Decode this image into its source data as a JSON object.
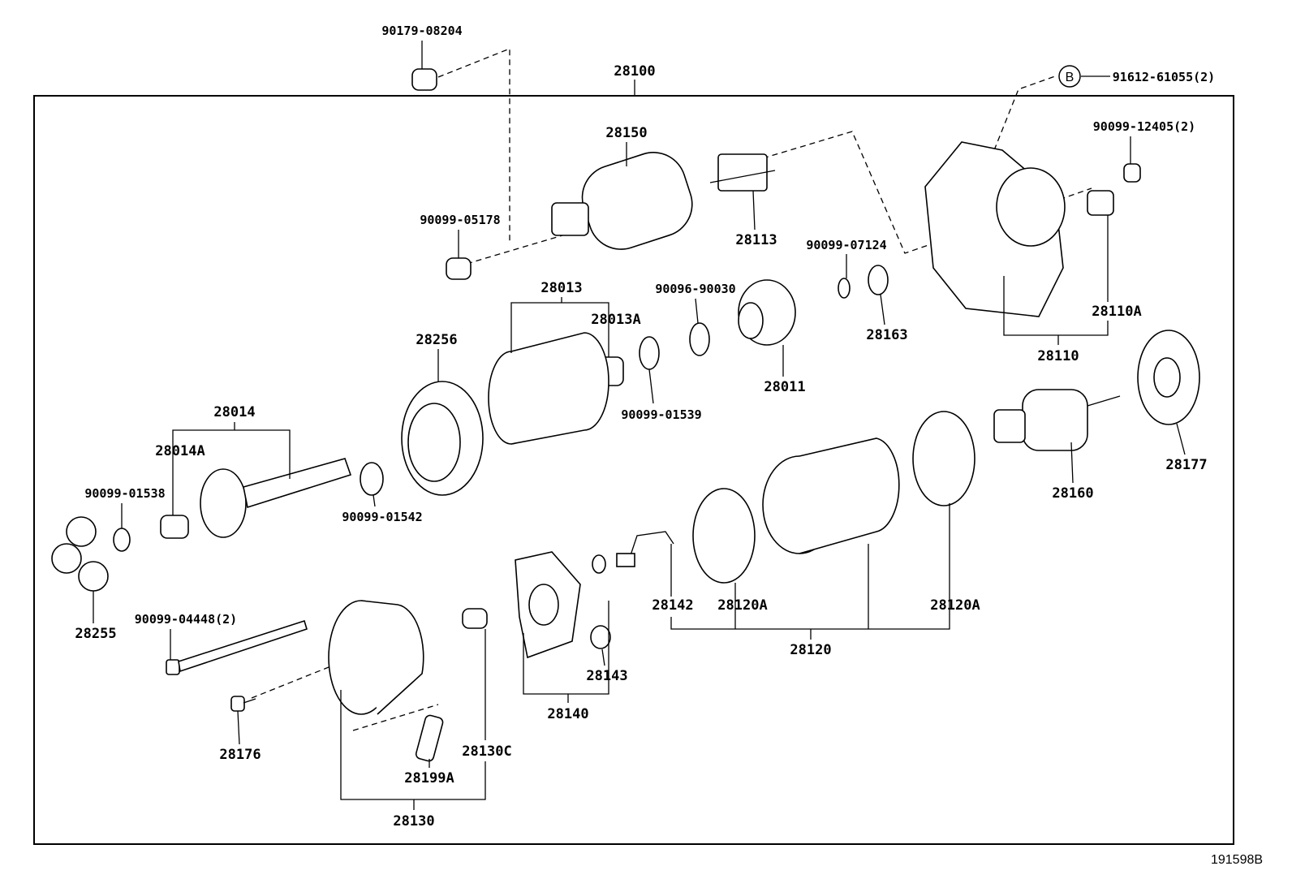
{
  "diagram": {
    "title_assembly": "28100",
    "ref_code": "191598B",
    "callout_letter": "B",
    "labels": [
      "90179-08204",
      "28100",
      "91612-61055(2)",
      "28150",
      "90099-12405(2)",
      "90099-05178",
      "28113",
      "90099-07124",
      "28013",
      "90096-90030",
      "28013A",
      "28110A",
      "28163",
      "28256",
      "28110",
      "28011",
      "90099-01539",
      "28014",
      "28014A",
      "28177",
      "28160",
      "90099-01538",
      "90099-01542",
      "28142",
      "28120A",
      "28120A",
      "90099-04448(2)",
      "28255",
      "28120",
      "28143",
      "28140",
      "28130C",
      "28176",
      "28199A",
      "28130"
    ]
  }
}
